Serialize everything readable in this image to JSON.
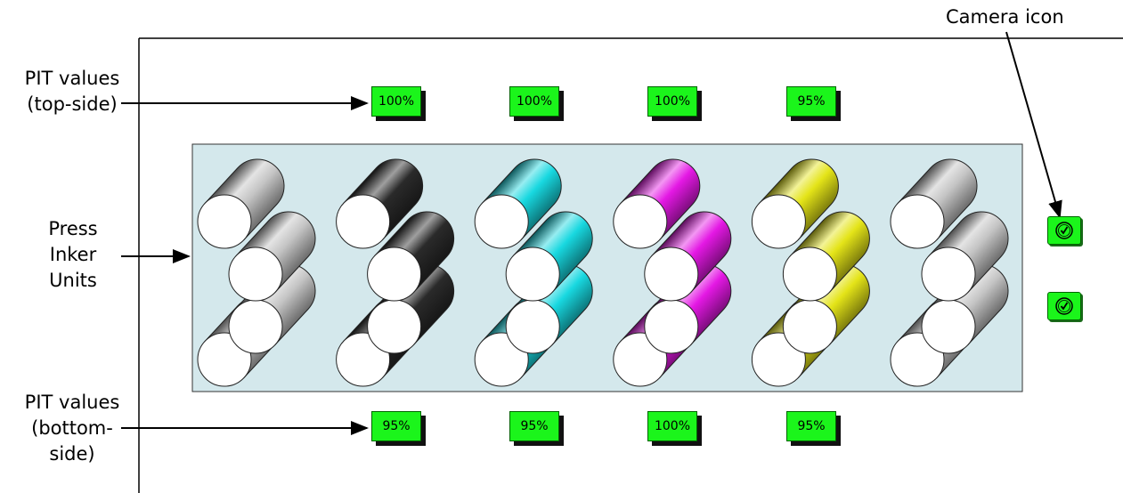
{
  "annotations": {
    "camera_icon": "Camera icon",
    "pit_top": [
      "PIT values",
      "(top-side)"
    ],
    "press_inker": [
      "Press",
      "Inker",
      "Units"
    ],
    "pit_bottom": [
      "PIT values",
      "(bottom-",
      "side)"
    ]
  },
  "pit_top": [
    "100%",
    "100%",
    "100%",
    "95%"
  ],
  "pit_bottom": [
    "95%",
    "95%",
    "100%",
    "95%"
  ],
  "inker_units": [
    {
      "color": "silver",
      "hex": "#c4c4c4"
    },
    {
      "color": "black",
      "hex": "#2a2a2a"
    },
    {
      "color": "cyan",
      "hex": "#18d8e0"
    },
    {
      "color": "magenta",
      "hex": "#e418e4"
    },
    {
      "color": "yellow",
      "hex": "#e4e418"
    },
    {
      "color": "silver",
      "hex": "#c4c4c4"
    }
  ],
  "camera_buttons": [
    "check-icon",
    "check-icon"
  ],
  "colors": {
    "panel": "#d4e8ec",
    "pit_green": "#1bf51b"
  }
}
